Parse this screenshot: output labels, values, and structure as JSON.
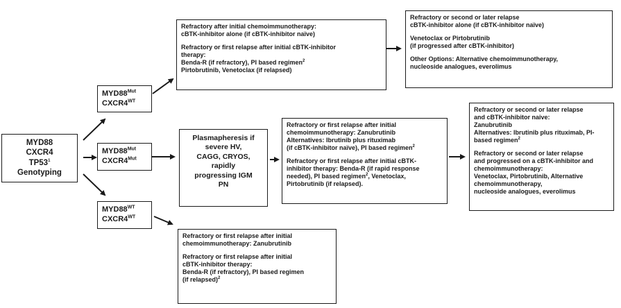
{
  "genotyping": {
    "lines": [
      "MYD88",
      "CXCR4",
      "TP53",
      "Genotyping"
    ],
    "tp53_sup": "1"
  },
  "branches": [
    {
      "gene1": "MYD88",
      "sup1": "Mut",
      "gene2": "CXCR4",
      "sup2": "WT"
    },
    {
      "gene1": "MYD88",
      "sup1": "Mut",
      "gene2": "CXCR4",
      "sup2": "Mut"
    },
    {
      "gene1": "MYD88",
      "sup1": "WT",
      "gene2": "CXCR4",
      "sup2": "WT"
    }
  ],
  "top_box": {
    "p1": [
      "Refractory after initial chemoimmunotherapy:",
      "cBTK-inhibitor alone (if cBTK-inhibitor naïve)"
    ],
    "p2": [
      "Refractory or first relapse after initial cBTK-inhibitor",
      "therapy:",
      "Benda-R (if refractory), PI based regimen",
      "Pirtobrutinib, Venetoclax (if relapsed)"
    ],
    "p2_sup": "2"
  },
  "top_right_box": {
    "p1": [
      "Refractory or second or later relapse",
      "cBTK-inhibitor alone (if cBTK-inhibitor naïve)"
    ],
    "p2": [
      "Venetoclax or Pirtobrutinib",
      "(if progressed after cBTK-inhibitor)"
    ],
    "p3": [
      "Other Options: Alternative chemoimmunotherapy,",
      "nucleoside analogues, everolimus"
    ]
  },
  "plasmapheresis": {
    "lines": [
      "Plasmapheresis if",
      "severe HV,",
      "CAGG, CRYOS,",
      "rapidly",
      "progressing IGM",
      "PN"
    ]
  },
  "mid_box": {
    "p1": [
      "Refractory or first relapse after initial",
      "chemoimmunotherapy: Zanubrutinib",
      "Alternatives: Ibrutinib plus rituximab",
      "(if cBTK-inhibitor naïve), PI based regimen"
    ],
    "p1_sup": "2",
    "p2": [
      "Refractory or first relapse after initial cBTK-",
      "inhibitor therapy: Benda-R (if rapid response",
      "needed), PI based regimen",
      ", Venetoclax,",
      "Pirtobrutinib (if relapsed)."
    ],
    "p2_sup": "2"
  },
  "mid_right_box": {
    "p1": [
      "Refractory or second or later relapse",
      "and cBTK-inhibitor naive:",
      "Zanubrutinib",
      "Alternatives: Ibrutinib plus rituximab, PI-",
      "based regimen"
    ],
    "p1_sup": "2",
    "p2": [
      "Refractory or second or later relapse",
      "and progressed on a cBTK-inhibitor and",
      "chemoimmunotherapy:",
      "Venetoclax,  Pirtobrutinib, Alternative",
      "chemoimmunotherapy,",
      "nucleoside analogues, everolimus"
    ]
  },
  "bottom_box": {
    "p1": [
      "Refractory or first relapse after initial",
      "chemoimmunotherapy: Zanubrutinib"
    ],
    "p2": [
      "Refractory or first relapse after initial",
      "cBTK-inhibitor therapy:",
      "Benda-R (if refractory), PI based regimen",
      "(if relapsed)"
    ],
    "p2_sup": "2"
  }
}
